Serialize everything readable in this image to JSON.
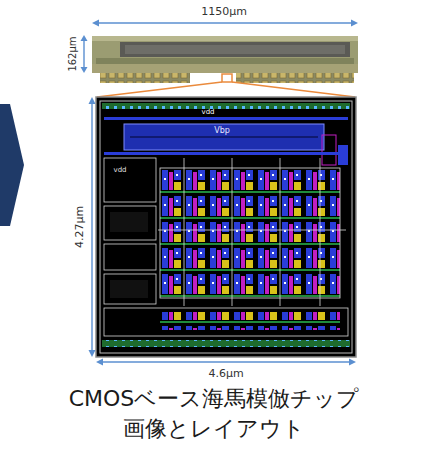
{
  "diagram": {
    "caption": "CMOSベース海馬模倣チップ 画像とレイアウト",
    "labels": [
      "1150μm",
      "162μm",
      "vdd",
      "Vbp",
      "vdd",
      "4.27μm",
      "4.6μm"
    ]
  }
}
